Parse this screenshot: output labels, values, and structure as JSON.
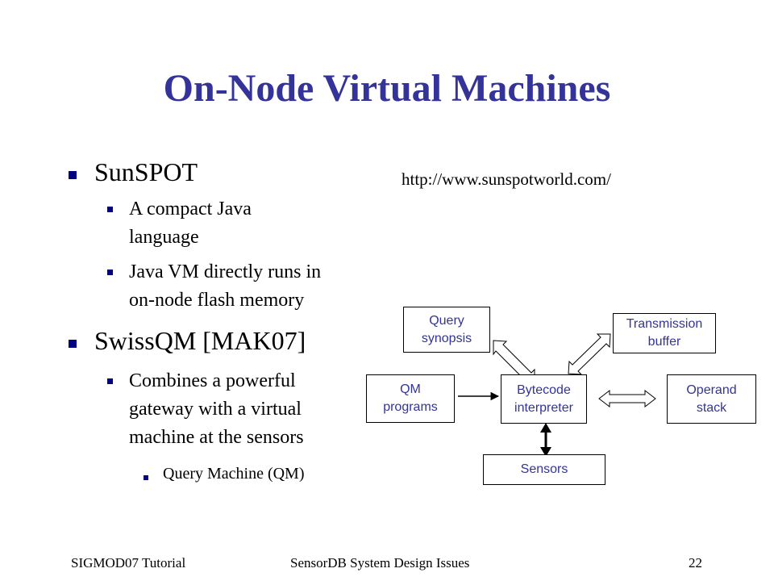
{
  "slide": {
    "title": "On-Node Virtual Machines",
    "url": "http://www.sunspotworld.com/",
    "bullets": [
      {
        "text": "SunSPOT",
        "sub": [
          {
            "lines": [
              "A compact Java",
              "language"
            ]
          },
          {
            "lines": [
              "Java VM directly runs in",
              "on-node flash memory"
            ]
          }
        ]
      },
      {
        "text": "SwissQM [MAK07]",
        "sub": [
          {
            "lines": [
              "Combines a powerful",
              "gateway with a virtual",
              "machine at the sensors"
            ],
            "sub": [
              "Query Machine (QM)"
            ]
          }
        ]
      }
    ]
  },
  "diagram": {
    "nodes": {
      "query_synopsis": "Query\nsynopsis",
      "transmission_buffer": "Transmission\nbuffer",
      "qm_programs": "QM\nprograms",
      "bytecode_interpreter": "Bytecode\ninterpreter",
      "operand_stack": "Operand\nstack",
      "sensors": "Sensors"
    },
    "text_color": "#333399"
  },
  "footer": {
    "left": "SIGMOD07 Tutorial",
    "center": "SensorDB System Design Issues",
    "page": "22"
  },
  "colors": {
    "title": "#333399",
    "bullet": "#000080"
  }
}
